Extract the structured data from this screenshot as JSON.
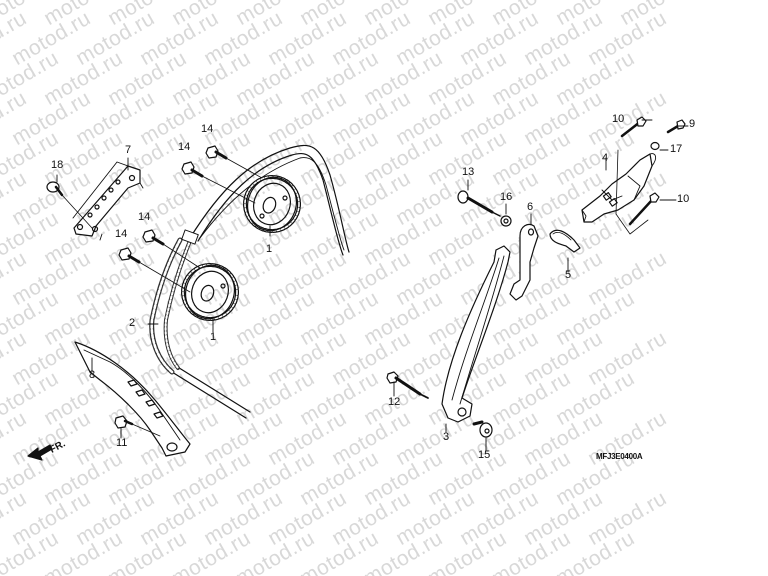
{
  "diagram": {
    "title_code": "MFJ3E0400A",
    "watermark_text": "motod.ru",
    "direction_label": "FR.",
    "colors": {
      "line": "#111111",
      "watermark": "#d8d8d8",
      "background": "#ffffff"
    }
  },
  "callouts": [
    {
      "id": "c1a",
      "label": "1",
      "part": "cam sprocket (upper)"
    },
    {
      "id": "c1b",
      "label": "1",
      "part": "cam sprocket (lower)"
    },
    {
      "id": "c2",
      "label": "2",
      "part": "cam chain"
    },
    {
      "id": "c3",
      "label": "3",
      "part": "tensioner slipper arm"
    },
    {
      "id": "c4",
      "label": "4",
      "part": "cam chain tensioner lifter"
    },
    {
      "id": "c5",
      "label": "5",
      "part": "gasket"
    },
    {
      "id": "c6",
      "label": "6",
      "part": "tensioner arm link"
    },
    {
      "id": "c7",
      "label": "7",
      "part": "cam chain guide (upper)"
    },
    {
      "id": "c8",
      "label": "8",
      "part": "cam chain guide (front)"
    },
    {
      "id": "c9",
      "label": "9",
      "part": "sealing bolt"
    },
    {
      "id": "c10a",
      "label": "10",
      "part": "flange bolt"
    },
    {
      "id": "c10b",
      "label": "10",
      "part": "flange bolt"
    },
    {
      "id": "c11",
      "label": "11",
      "part": "flange bolt"
    },
    {
      "id": "c12",
      "label": "12",
      "part": "flange bolt"
    },
    {
      "id": "c13",
      "label": "13",
      "part": "pivot bolt"
    },
    {
      "id": "c14a",
      "label": "14",
      "part": "flange bolt"
    },
    {
      "id": "c14b",
      "label": "14",
      "part": "flange bolt"
    },
    {
      "id": "c14c",
      "label": "14",
      "part": "flange bolt"
    },
    {
      "id": "c14d",
      "label": "14",
      "part": "flange bolt"
    },
    {
      "id": "c15",
      "label": "15",
      "part": "special bolt"
    },
    {
      "id": "c16",
      "label": "16",
      "part": "washer"
    },
    {
      "id": "c17",
      "label": "17",
      "part": "sealing washer"
    },
    {
      "id": "c18",
      "label": "18",
      "part": "flange bolt"
    }
  ]
}
